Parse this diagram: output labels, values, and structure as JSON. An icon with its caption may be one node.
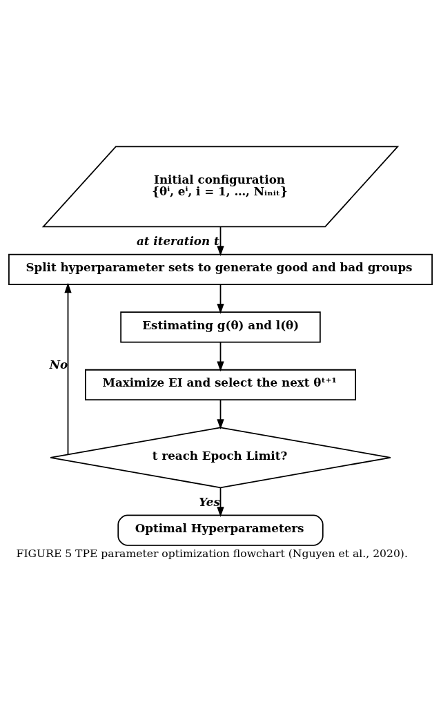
{
  "diagram": {
    "caption": "FIGURE 5 TPE parameter optimization flowchart (Nguyen et al., 2020).",
    "nodes": [
      {
        "text": [
          "Initial configuration",
          "{θⁱ, eⁱ, i = 1, …, Nᵢₙᵢₜ}"
        ]
      },
      {
        "text": [
          "Split hyperparameter sets to generate good and bad groups"
        ]
      },
      {
        "text": [
          "Estimating g(θ) and l(θ)"
        ]
      },
      {
        "text": [
          "Maximize EI and select the next θᵗ⁺¹"
        ]
      },
      {
        "text": [
          "t reach Epoch Limit?"
        ]
      },
      {
        "text": [
          "Optimal Hyperparameters"
        ]
      }
    ],
    "edges": [
      {
        "from": 0,
        "to": 1,
        "arrow": "to",
        "label": "at iteration t"
      },
      {
        "from": 1,
        "to": 2,
        "arrow": "to"
      },
      {
        "from": 2,
        "to": 3,
        "arrow": "to"
      },
      {
        "from": 3,
        "to": 4,
        "arrow": "to"
      },
      {
        "from": 4,
        "to": 1,
        "arrow": "to",
        "label": "No"
      },
      {
        "from": 4,
        "to": 5,
        "arrow": "to",
        "label": "Yes"
      }
    ]
  }
}
